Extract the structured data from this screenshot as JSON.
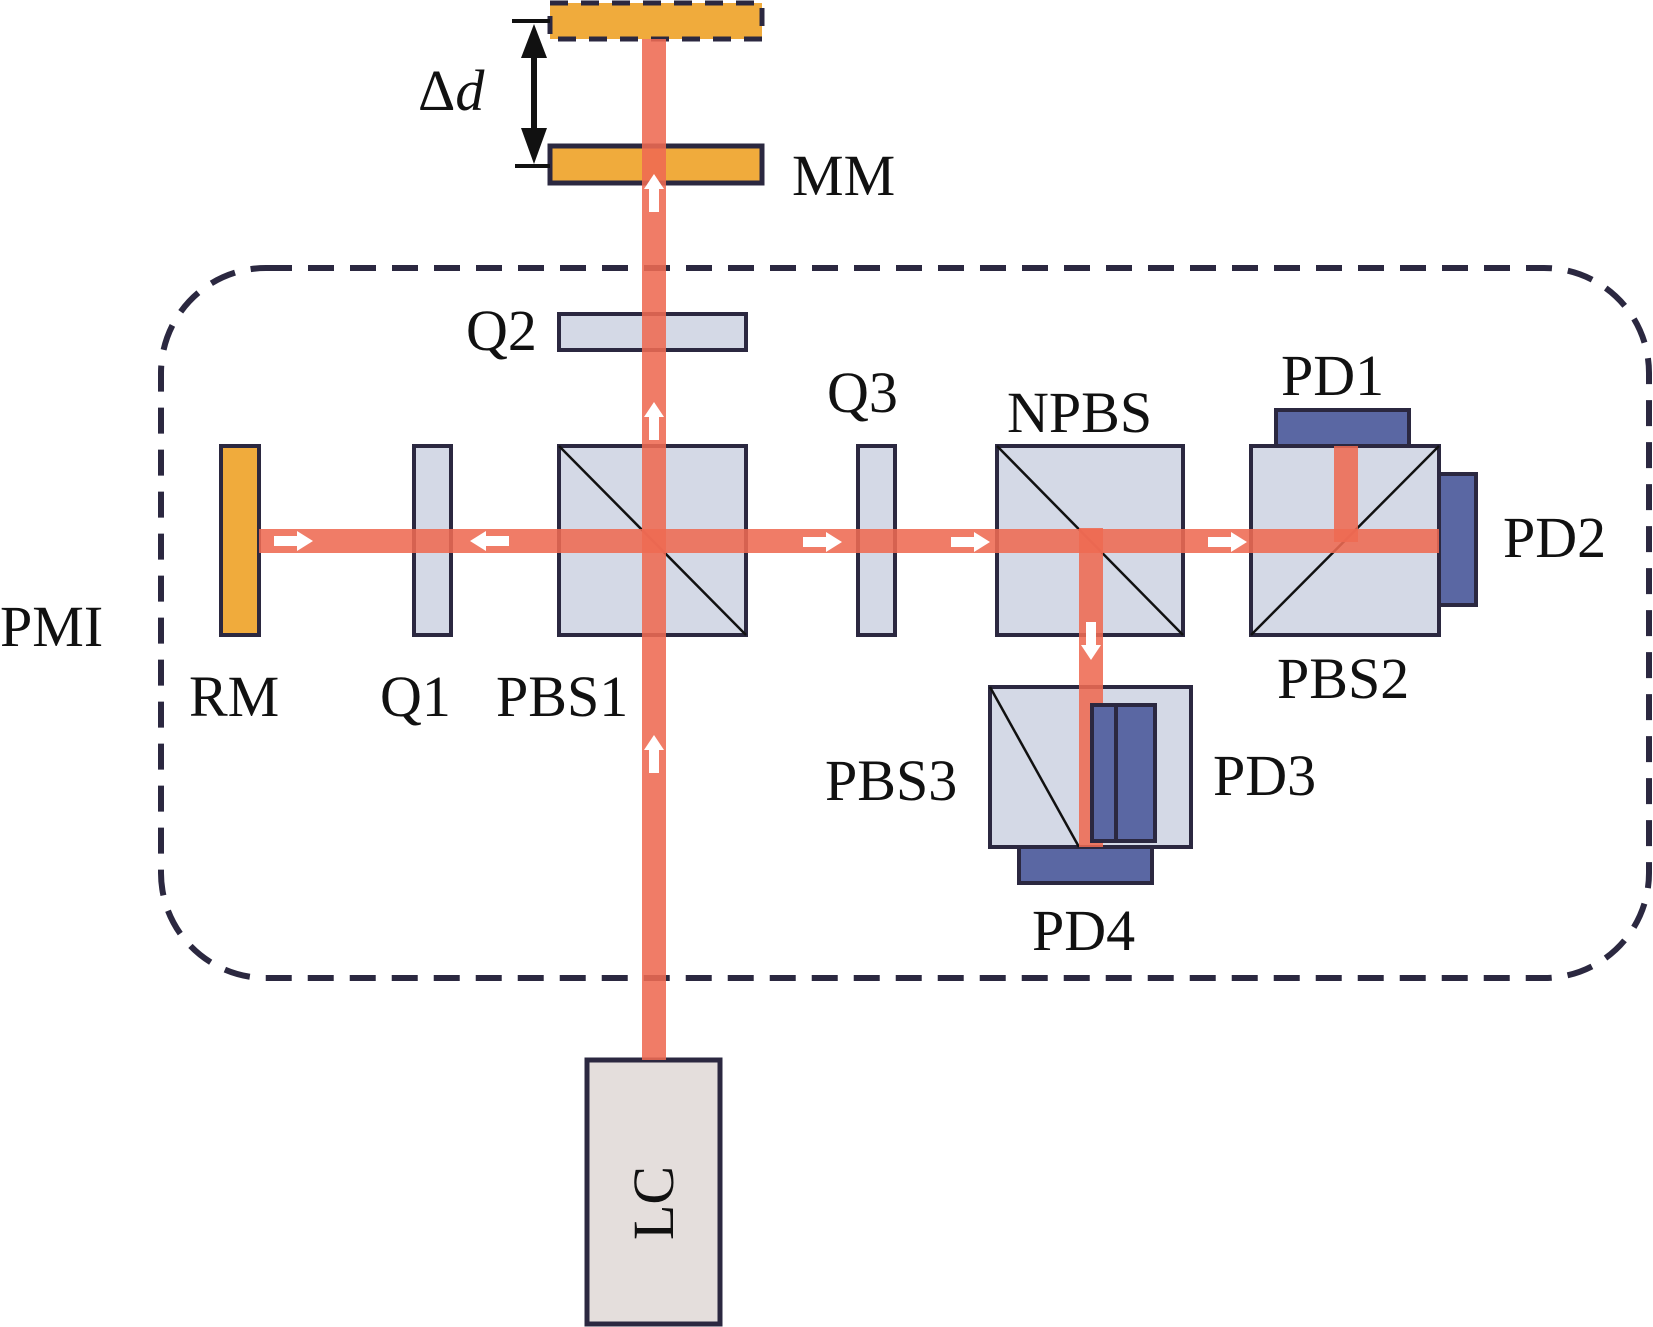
{
  "colors": {
    "beam": "#ee6a52",
    "mirror": "#f0ab3c",
    "optic": "#d4d9e6",
    "detector": "#5a67a3",
    "outline": "#2b2840",
    "laser_body": "#e4dedc",
    "arrow": "#ffffff"
  },
  "labels": {
    "delta_d_symbol": "Δ",
    "delta_d_var": "d",
    "mm": "MM",
    "q2": "Q2",
    "q3": "Q3",
    "npbs": "NPBS",
    "pd1": "PD1",
    "pd2": "PD2",
    "pmi": "PMI",
    "rm": "RM",
    "q1": "Q1",
    "pbs1": "PBS1",
    "pbs2": "PBS2",
    "pbs3": "PBS3",
    "pd3": "PD3",
    "pd4": "PD4",
    "lc": "LC"
  }
}
